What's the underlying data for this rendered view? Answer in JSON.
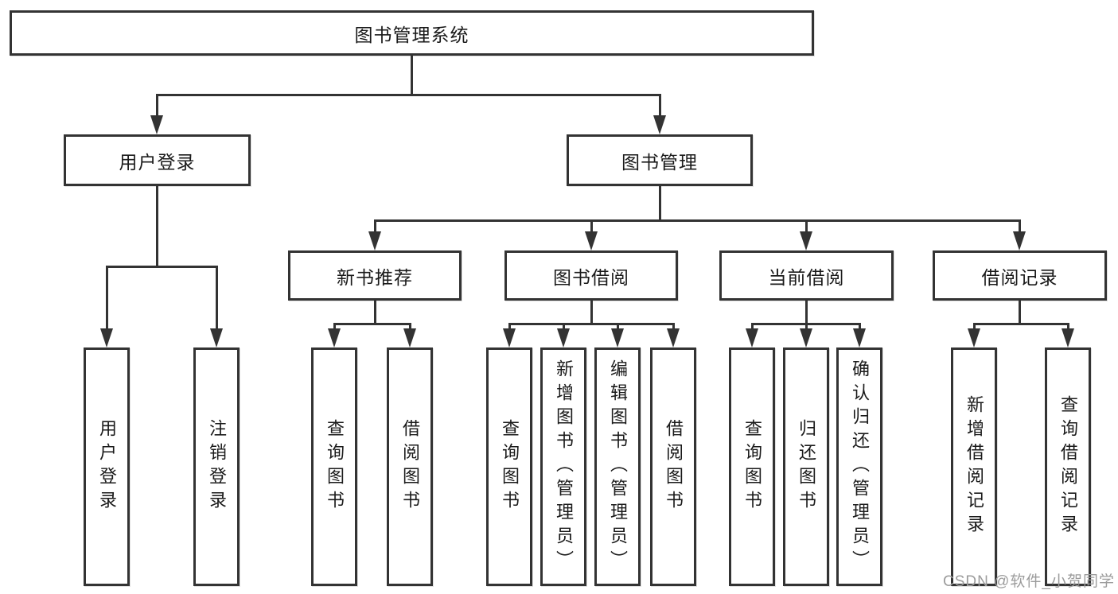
{
  "diagram": {
    "root": {
      "label": "图书管理系统"
    },
    "level2": [
      {
        "label": "用户登录"
      },
      {
        "label": "图书管理"
      }
    ],
    "level3": [
      {
        "label": "新书推荐"
      },
      {
        "label": "图书借阅"
      },
      {
        "label": "当前借阅"
      },
      {
        "label": "借阅记录"
      }
    ],
    "leaves": {
      "user_login": [
        {
          "label": "用户登录"
        },
        {
          "label": "注销登录"
        }
      ],
      "new_books": [
        {
          "label": "查询图书"
        },
        {
          "label": "借阅图书"
        }
      ],
      "book_borrow": [
        {
          "label": "查询图书"
        },
        {
          "label": "新增图书（管理员）"
        },
        {
          "label": "编辑图书（管理员）"
        },
        {
          "label": "借阅图书"
        }
      ],
      "current_borrow": [
        {
          "label": "查询图书"
        },
        {
          "label": "归还图书"
        },
        {
          "label": "确认归还（管理员）"
        }
      ],
      "borrow_records": [
        {
          "label": "新增借阅记录"
        },
        {
          "label": "查询借阅记录"
        }
      ]
    }
  },
  "watermark": {
    "text": "CSDN @软件_小贺同学"
  },
  "colors": {
    "line": "#333333",
    "text": "#1a1a1a",
    "watermark": "#9c9c9c",
    "background": "#ffffff"
  }
}
